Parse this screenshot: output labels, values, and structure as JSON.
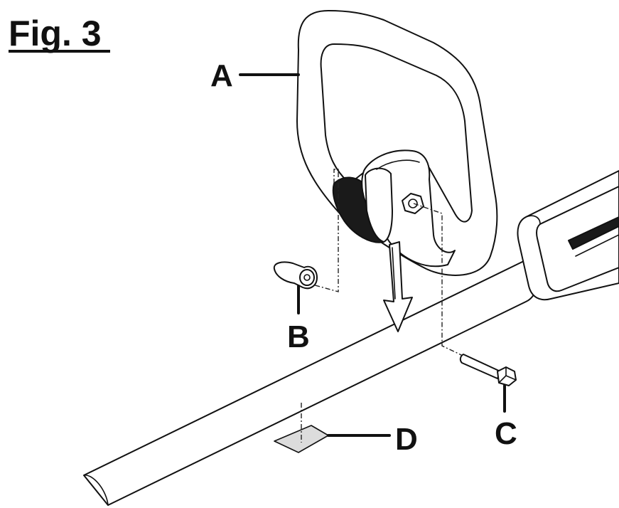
{
  "figure": {
    "title": "Fig. 3"
  },
  "callouts": {
    "a": "A",
    "b": "B",
    "c": "C",
    "d": "D"
  },
  "colors": {
    "ink": "#111111",
    "background": "#ffffff"
  }
}
